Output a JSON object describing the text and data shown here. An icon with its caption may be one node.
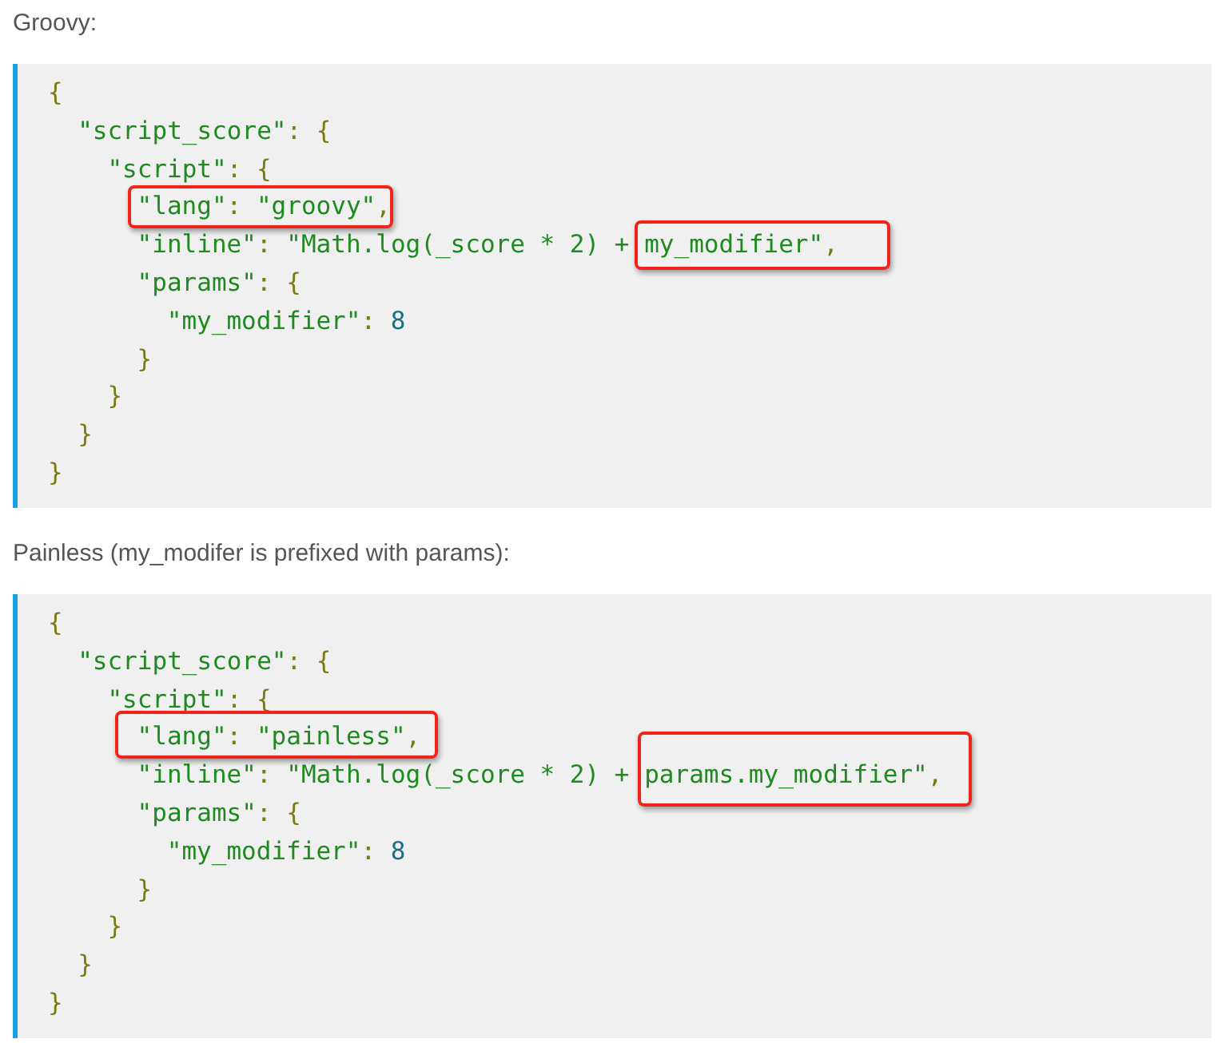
{
  "diagram": {
    "nodes": [
      {
        "text": [
          "{",
          "\"script_score\": {",
          "\"script\": {",
          "\"lang\": \"groovy\",",
          "\"inline\": \"Math.log(_score * 2) + my_modifier\",",
          "\"params\": {",
          "\"my_modifier\": 8",
          "}",
          "}",
          "}",
          "}"
        ]
      },
      {
        "text": [
          "{",
          "\"script_score\": {",
          "\"script\": {",
          "\"lang\": \"painless\",",
          "\"inline\": \"Math.log(_score * 2) + params.my_modifier\",",
          "\"params\": {",
          "\"my_modifier\": 8",
          "}",
          "}",
          "}",
          "}"
        ]
      }
    ],
    "labels": [
      "Groovy:",
      "Painless (my_modifer is prefixed with params):"
    ]
  }
}
